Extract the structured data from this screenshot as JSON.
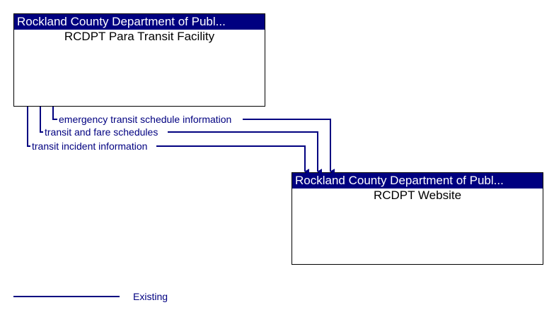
{
  "nodes": {
    "source": {
      "org": "Rockland County Department of Publ...",
      "name": "RCDPT Para Transit Facility"
    },
    "target": {
      "org": "Rockland County Department of Publ...",
      "name": "RCDPT Website"
    }
  },
  "flows": [
    {
      "label": "emergency transit schedule information"
    },
    {
      "label": "transit and fare schedules"
    },
    {
      "label": "transit incident information"
    }
  ],
  "legend": {
    "existing_label": "Existing"
  },
  "colors": {
    "header": "#000080",
    "flow": "#000080"
  }
}
